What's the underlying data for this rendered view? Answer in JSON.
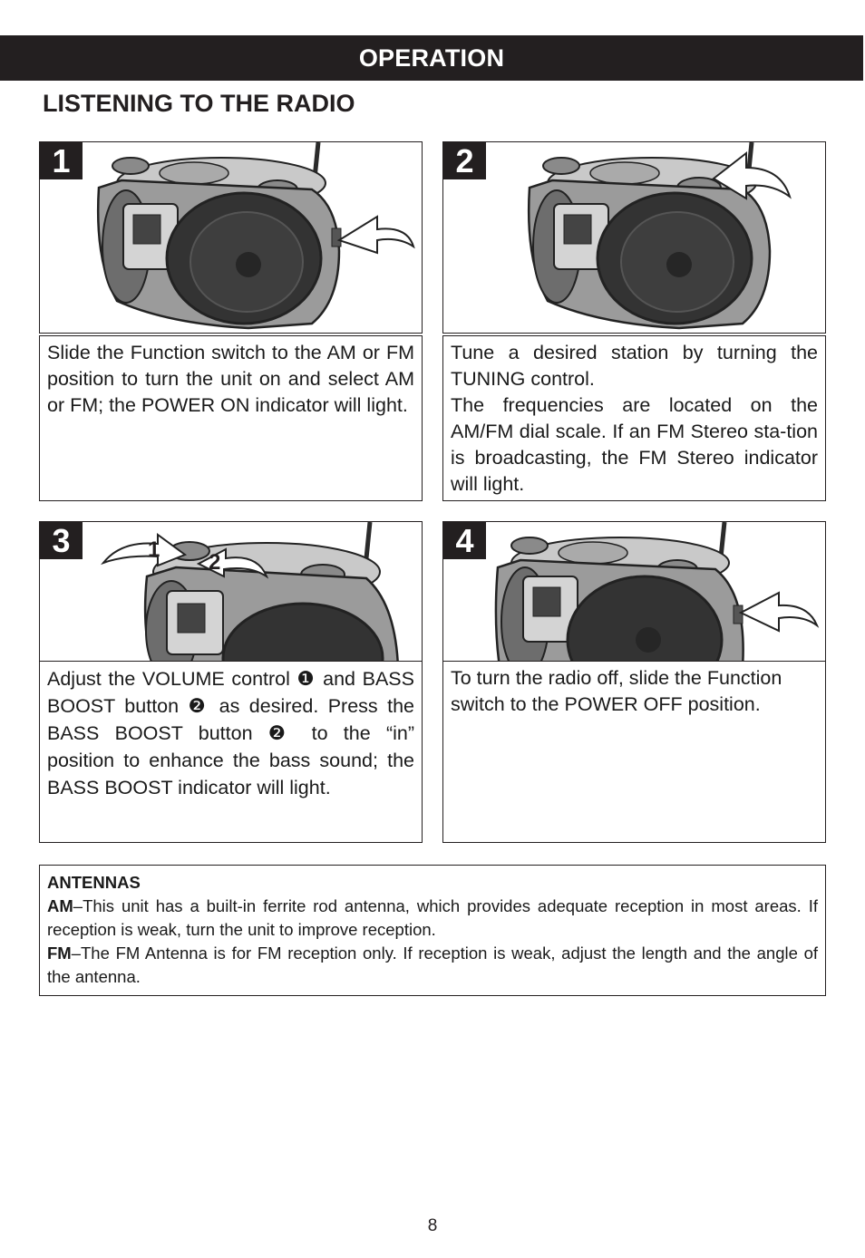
{
  "header": {
    "title": "OPERATION"
  },
  "section": {
    "title": "LISTENING TO THE RADIO"
  },
  "steps": [
    {
      "number": "1",
      "text": "Slide the Function switch to the AM or FM position to turn the unit on and select AM or FM; the POWER  ON indicator will light."
    },
    {
      "number": "2",
      "text_line1": "Tune a desired station by turning the TUNING control.",
      "text_line2": "The frequencies are located on the AM/FM dial scale. If an FM Stereo sta-tion is broadcasting, the FM Stereo indicator will light."
    },
    {
      "number": "3",
      "callout_1": "1",
      "callout_2": "2",
      "text": "Adjust the VOLUME control ❶ and BASS BOOST button ❷ as desired. Press the BASS BOOST button ❷ to the “in” position to enhance the bass sound; the BASS BOOST indicator will light."
    },
    {
      "number": "4",
      "text": "To turn the radio off, slide the Function switch to the POWER OFF position."
    }
  ],
  "antennas": {
    "title": "ANTENNAS",
    "am_label": "AM",
    "am_text": "–This unit has a built-in ferrite rod antenna, which provides adequate reception in most areas. If reception is weak, turn the unit to improve reception.",
    "fm_label": "FM",
    "fm_text": "–The FM Antenna is for FM reception only. If reception is weak, adjust the length and the angle of the antenna."
  },
  "page": {
    "number": "8"
  }
}
